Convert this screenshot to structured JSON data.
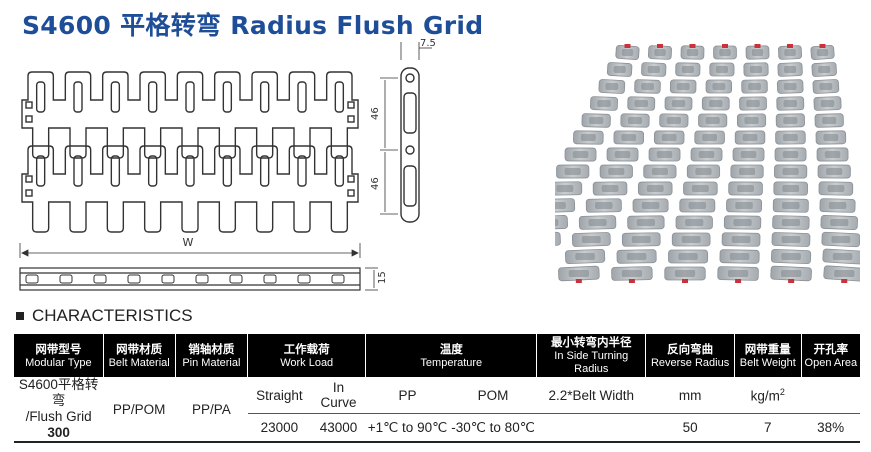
{
  "header": {
    "title": "S4600 平格转弯  Radius Flush Grid"
  },
  "drawing": {
    "dim_pitch_1": "46",
    "dim_pitch_2": "46",
    "dim_thickness": "7.5",
    "dim_height": "15",
    "dim_width": "W"
  },
  "characteristics": {
    "heading": "CHARACTERISTICS",
    "columns": [
      {
        "cn": "网带型号",
        "en": "Modular Type"
      },
      {
        "cn": "网带材质",
        "en": "Belt Material"
      },
      {
        "cn": "销轴材质",
        "en": "Pin Material"
      },
      {
        "cn": "工作载荷",
        "en": "Work Load"
      },
      {
        "cn": "温度",
        "en": "Temperature"
      },
      {
        "cn": "最小转弯内半径",
        "en": "In Side Turning Radius"
      },
      {
        "cn": "反向弯曲",
        "en": "Reverse Radius"
      },
      {
        "cn": "网带重量",
        "en": "Belt Weight"
      },
      {
        "cn": "开孔率",
        "en": "Open Area"
      }
    ],
    "row": {
      "type_line1": "S4600平格转弯",
      "type_line2": "/Flush Grid",
      "type_line3": "300",
      "belt_material": "PP/POM",
      "pin_material": "PP/PA",
      "load_straight_label": "Straight",
      "load_curve_label": "In Curve",
      "load_straight_value": "23000",
      "load_curve_value": "43000",
      "temp_pp_label": "PP",
      "temp_pom_label": "POM",
      "temp_pp_value": "+1℃ to 90℃",
      "temp_pom_value": "-30℃ to 80℃",
      "turning_radius": "2.2*Belt Width",
      "reverse_unit": "mm",
      "reverse_value": "50",
      "weight_unit": "kg/m",
      "weight_unit_sup": "2",
      "weight_value": "7",
      "open_area": "38%"
    }
  },
  "colors": {
    "title": "#1f4e99",
    "header_bg": "#000000",
    "belt_gray": "#b9bec2",
    "belt_tip": "#c8323c"
  }
}
